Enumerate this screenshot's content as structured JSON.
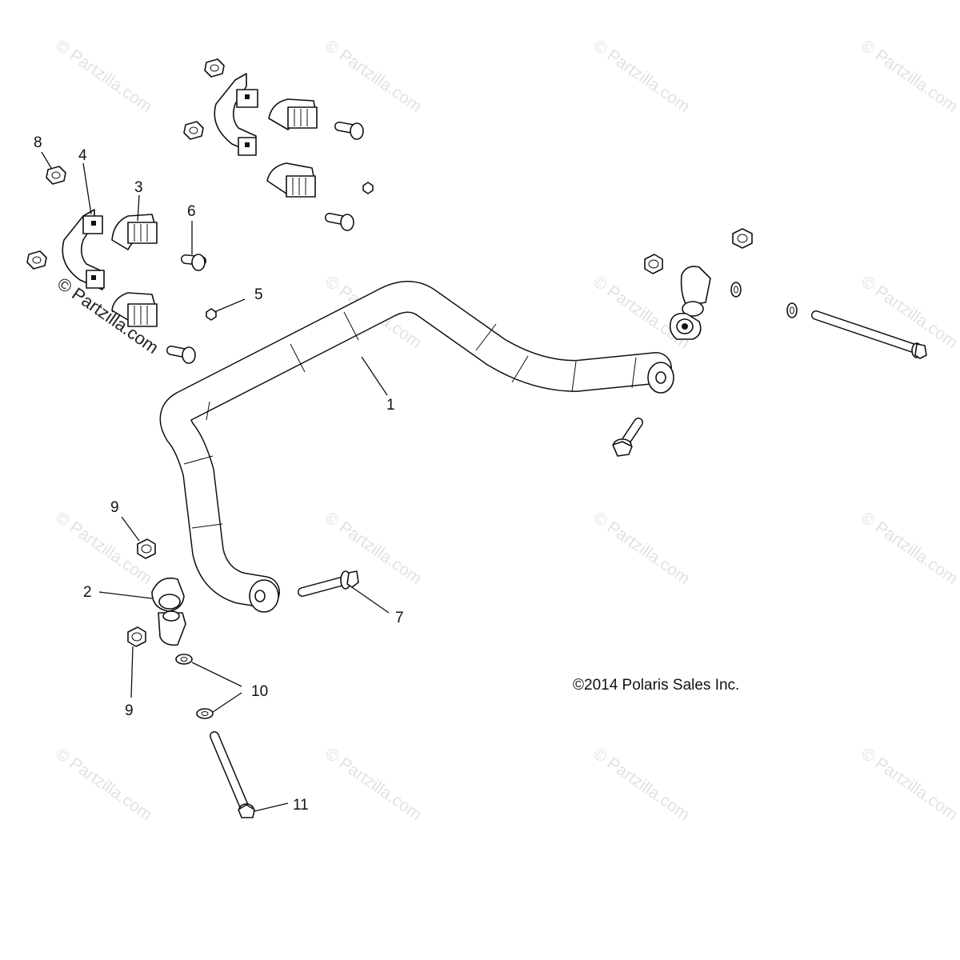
{
  "watermark": {
    "text": "© Partzilla.com"
  },
  "copyright": "©2014 Polaris Sales Inc.",
  "callouts": {
    "c1": "1",
    "c2": "2",
    "c3": "3",
    "c4": "4",
    "c5": "5",
    "c6": "6",
    "c7": "7",
    "c8": "8",
    "c9a": "9",
    "c9b": "9",
    "c10": "10",
    "c11": "11"
  },
  "colors": {
    "line": "#111111",
    "watermark": "#e2e2e2",
    "background": "#ffffff"
  }
}
